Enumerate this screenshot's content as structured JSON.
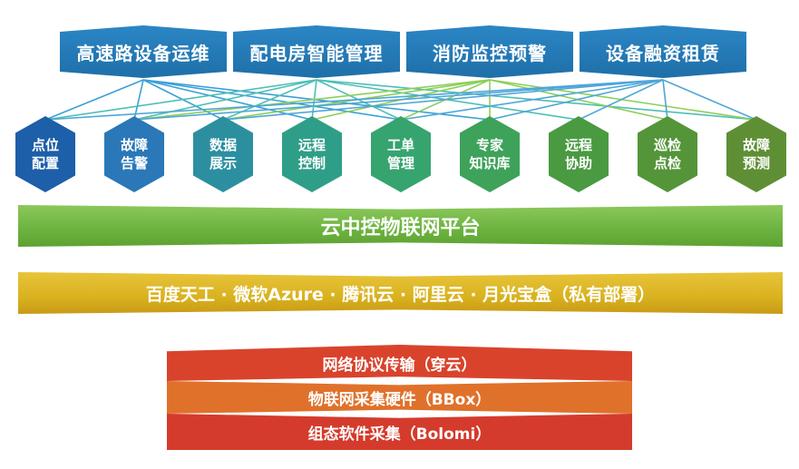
{
  "top_apps": [
    {
      "label": "高速路设备运维",
      "color": "#2b86c5"
    },
    {
      "label": "配电房智能管理",
      "color": "#2b86c5"
    },
    {
      "label": "消防监控预警",
      "color": "#2b86c5"
    },
    {
      "label": "设备融资租赁",
      "color": "#2b86c5"
    }
  ],
  "functions": [
    {
      "line1": "点位",
      "line2": "配置",
      "color": "#1d5fa8"
    },
    {
      "line1": "故障",
      "line2": "告警",
      "color": "#2a78b8"
    },
    {
      "line1": "数据",
      "line2": "展示",
      "color": "#2c8fa0"
    },
    {
      "line1": "远程",
      "line2": "控制",
      "color": "#2f9e88"
    },
    {
      "line1": "工单",
      "line2": "管理",
      "color": "#36a46f"
    },
    {
      "line1": "专家",
      "line2": "知识库",
      "color": "#3ea25a"
    },
    {
      "line1": "远程",
      "line2": "协助",
      "color": "#4a9a42"
    },
    {
      "line1": "巡检",
      "line2": "点检",
      "color": "#549539"
    },
    {
      "line1": "故障",
      "line2": "预测",
      "color": "#5e8f35"
    }
  ],
  "platform": {
    "label": "云中控物联网平台",
    "color": "#6bb33f"
  },
  "clouds": {
    "label": "百度天工 · 微软Azure · 腾讯云 · 阿里云 · 月光宝盒（私有部署）",
    "color": "#d9b21f"
  },
  "base_layers": [
    {
      "label": "网络协议传输（穿云）",
      "color": "#d9432c"
    },
    {
      "label": "物联网采集硬件（BBox）",
      "color": "#e0712b"
    },
    {
      "label": "组态软件采集（Bolomi）",
      "color": "#d43b2c"
    }
  ]
}
